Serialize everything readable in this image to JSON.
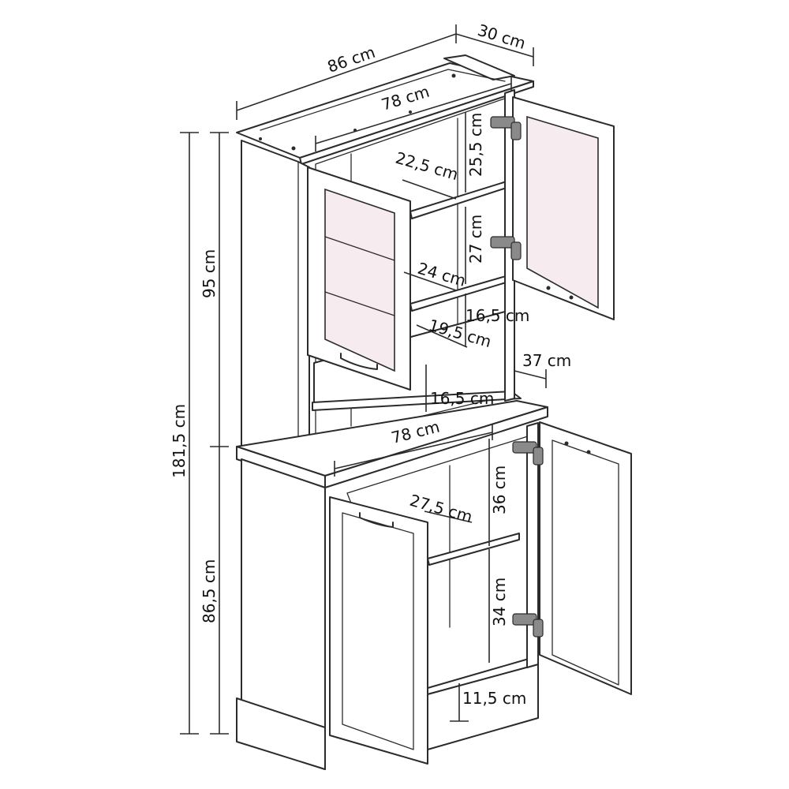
{
  "dimensions": {
    "overall_width": "86 cm",
    "depth": "30 cm",
    "top_inner_width": "78 cm",
    "upper_height": "95 cm",
    "total_height": "181,5 cm",
    "lower_height": "86,5 cm",
    "upper_shelf_1_depth": "22,5 cm",
    "upper_gap_1": "25,5 cm",
    "upper_gap_2": "27 cm",
    "upper_shelf_2_depth": "24 cm",
    "upper_gap_3": "16,5 cm",
    "upper_shelf_3_depth": "19,5 cm",
    "counter_depth": "37 cm",
    "open_niche_height": "16,5 cm",
    "counter_width": "78 cm",
    "lower_shelf_depth": "27,5 cm",
    "lower_gap_1": "36 cm",
    "lower_gap_2": "34 cm",
    "plinth_gap": "11,5 cm"
  }
}
